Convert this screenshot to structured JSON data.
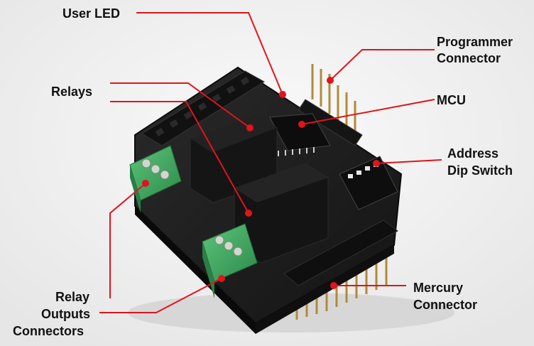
{
  "labels": {
    "user_led": "User LED",
    "relays": "Relays",
    "programmer": "Programmer",
    "connector_1": "Connector",
    "mcu": "MCU",
    "address": "Address",
    "dip_switch": "Dip Switch",
    "mercury": "Mercury",
    "connector_2": "Connector",
    "relay_1": "Relay",
    "outputs": "Outputs",
    "connectors": "Connectors"
  },
  "colors": {
    "background": "#f3f3f3",
    "board": "#1d1d1d",
    "relay_body": "#121212",
    "terminal_green": "#3fa55f",
    "pin_gold": "#b08a3a",
    "callout_red": "#e0141c"
  }
}
